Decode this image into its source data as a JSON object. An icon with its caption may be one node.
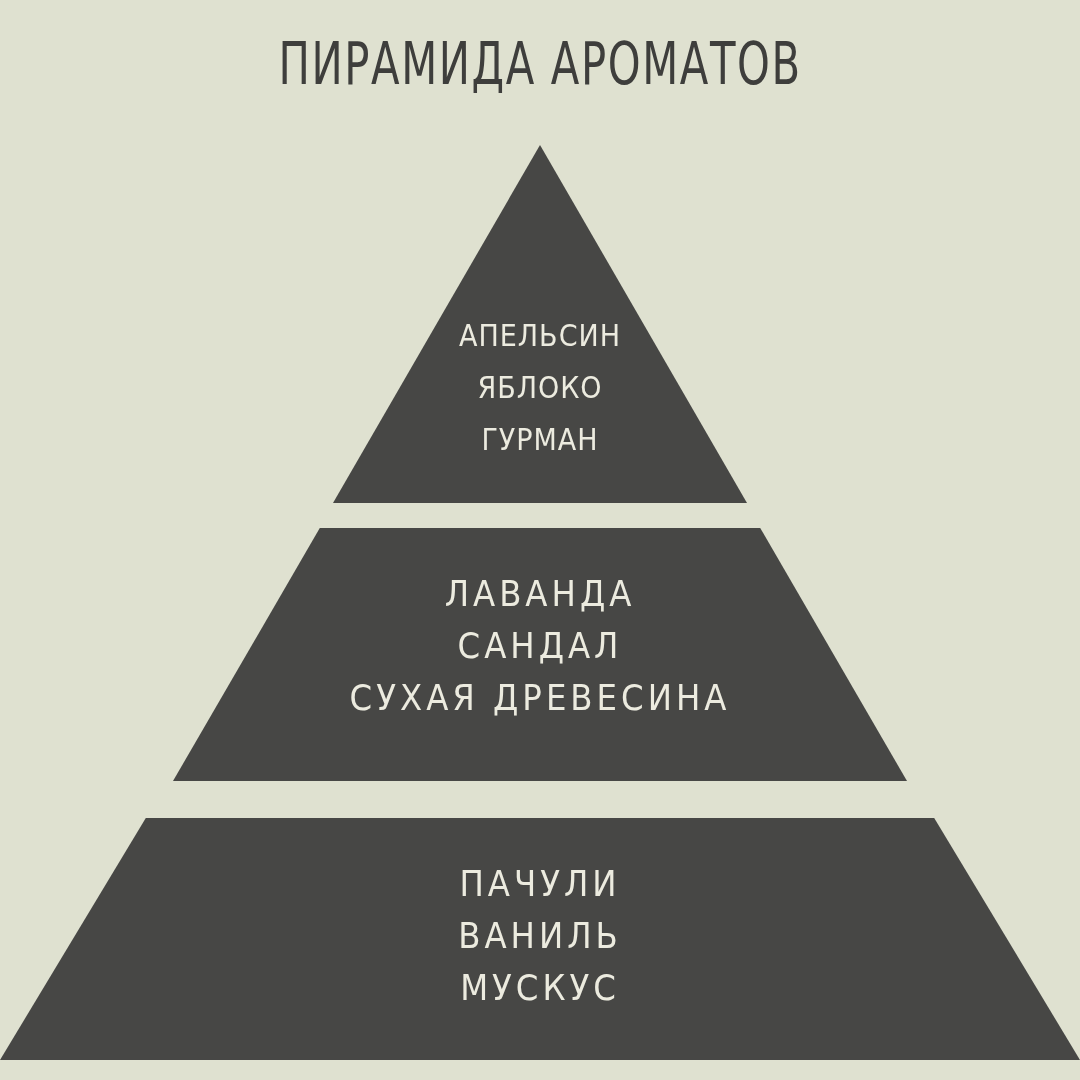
{
  "diagram": {
    "title": "ПИРАМИДА АРОМАТОВ",
    "nodes": [
      {
        "text": [
          "АПЕЛЬСИН",
          "ЯБЛОКО",
          "ГУРМАН"
        ]
      },
      {
        "text": [
          "ЛАВАНДА",
          "САНДАЛ",
          "СУХАЯ ДРЕВЕСИНА"
        ]
      },
      {
        "text": [
          "ПАЧУЛИ",
          "ВАНИЛЬ",
          "МУСКУС"
        ]
      }
    ],
    "edges": []
  }
}
